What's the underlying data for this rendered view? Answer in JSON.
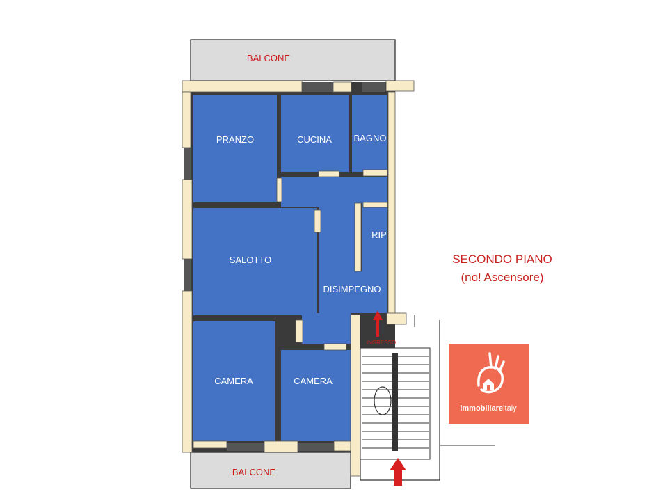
{
  "floor_plan": {
    "title": "SECONDO PIANO",
    "subtitle": "(no! Ascensore)",
    "rooms": {
      "pranzo": "PRANZO",
      "cucina": "CUCINA",
      "bagno": "BAGNO",
      "salotto": "SALOTTO",
      "rip": "RIP",
      "disimpegno": "DISIMPEGNO",
      "camera_1": "CAMERA",
      "camera_2": "CAMERA"
    },
    "balconies": {
      "top": "BALCONE",
      "bottom": "BALCONE"
    },
    "entrance_label": "INGRESSO",
    "colors": {
      "room_fill": "#4472c4",
      "wall": "#3a3a3a",
      "wall_opening": "#f8ebc8",
      "balcony_fill": "#dcdcdc",
      "annotation_red": "#c8221c",
      "logo_bg": "#ef6a50"
    }
  },
  "logo": {
    "icon": "house-hand-icon",
    "brand_bold": "immobiliare",
    "brand_light": "italy"
  }
}
